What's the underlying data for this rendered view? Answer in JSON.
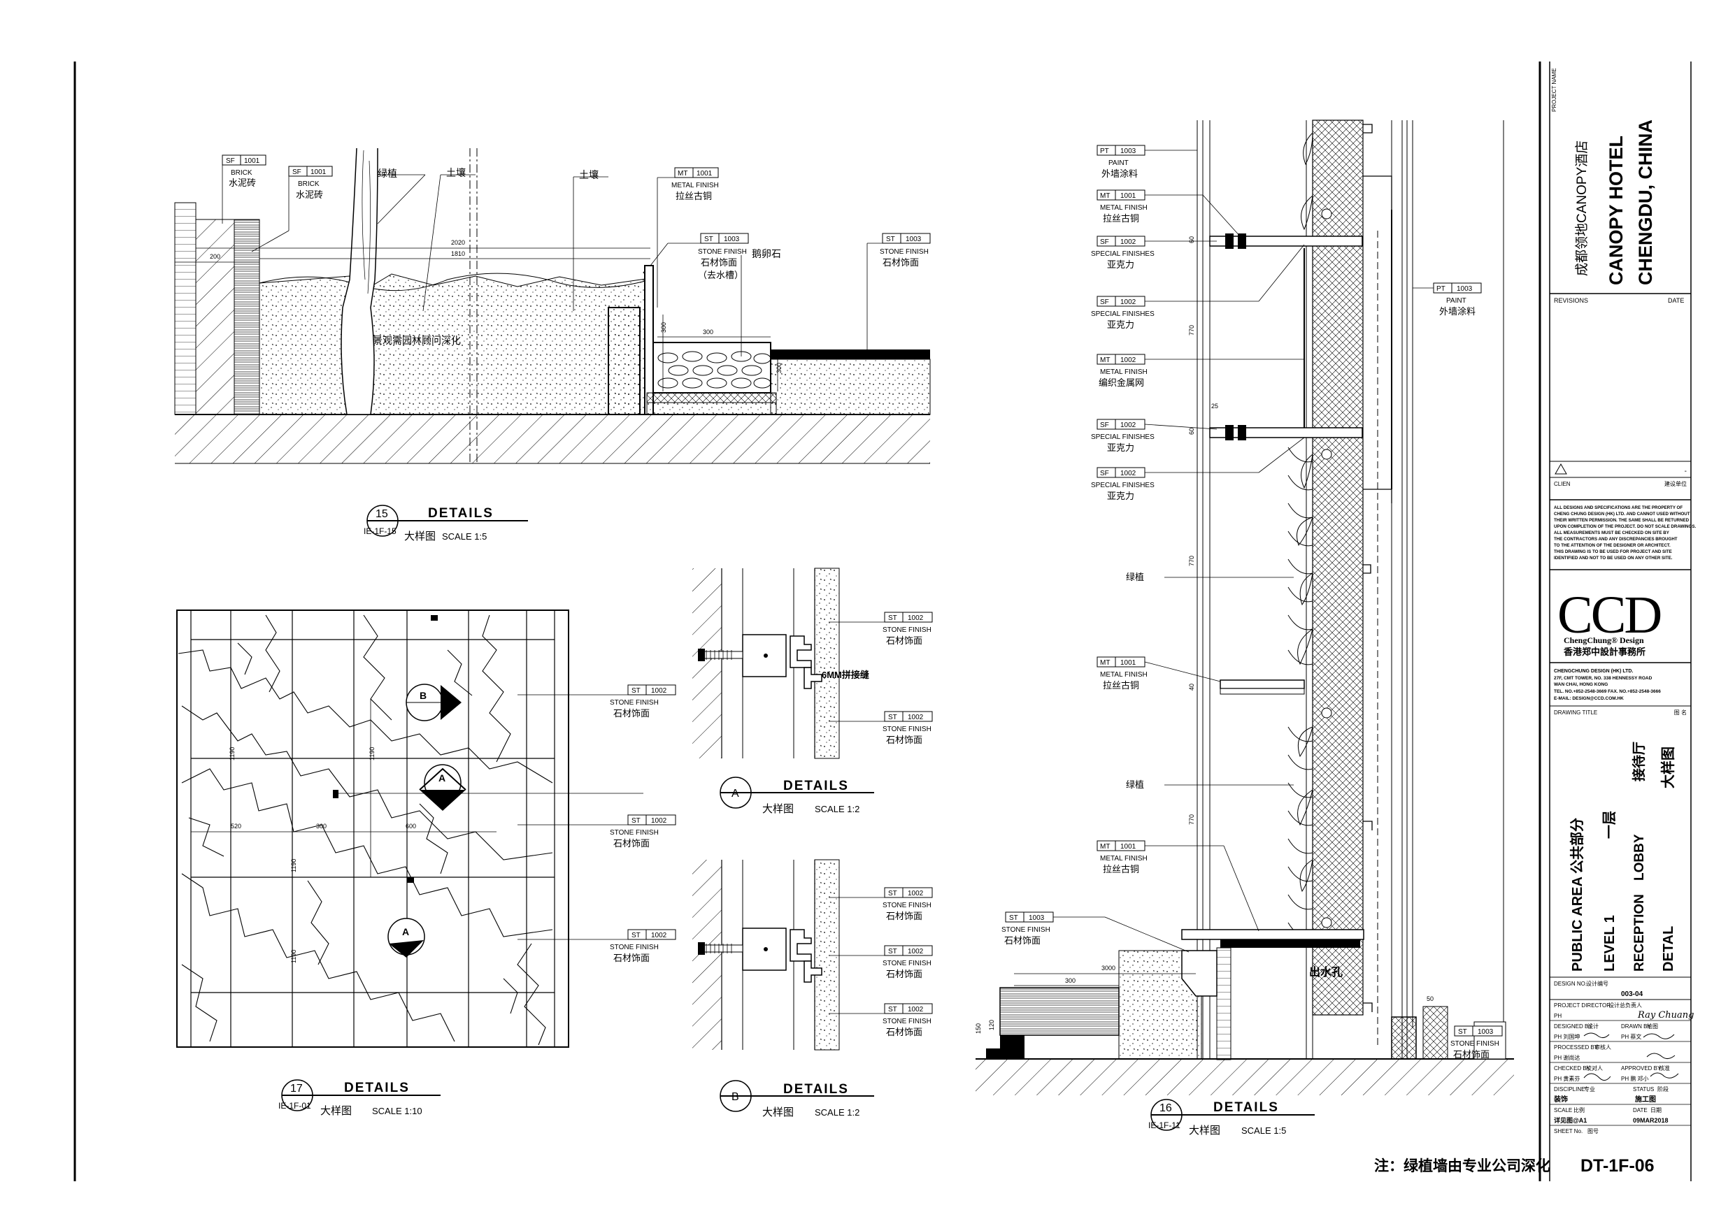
{
  "note": "注：绿植墙由专业公司深化",
  "details": {
    "d15": {
      "num": "15",
      "title": "DETAILS",
      "ref": "IE-1F-15",
      "cn": "大样图",
      "scale": "SCALE  1:5"
    },
    "d17": {
      "num": "17",
      "title": "DETAILS",
      "ref": "IE-1F-01",
      "cn": "大样图",
      "scale": "SCALE  1:10"
    },
    "dA": {
      "num": "A",
      "title": "DETAILS",
      "cn": "大样图",
      "scale": "SCALE  1:2"
    },
    "dB": {
      "num": "B",
      "title": "DETAILS",
      "cn": "大样图",
      "scale": "SCALE  1:2"
    },
    "d16": {
      "num": "16",
      "title": "DETAILS",
      "ref": "IE-1F-11",
      "cn": "大样图",
      "scale": "SCALE  1:5"
    }
  },
  "tags": {
    "sf1": {
      "code": "SF",
      "num": "1001",
      "en": "BRICK",
      "cn": "水泥砖"
    },
    "sf2": {
      "code": "SF",
      "num": "1001",
      "en": "BRICK",
      "cn": "水泥砖"
    },
    "mt15": {
      "code": "MT",
      "num": "1001",
      "en": "METAL FINISH",
      "cn": "拉丝古铜"
    },
    "st15a": {
      "code": "ST",
      "num": "1003",
      "en": "STONE FINISH",
      "cn": "石材饰面",
      "cn2": "（去水槽）"
    },
    "st15b": {
      "code": "ST",
      "num": "1003",
      "en": "STONE FINISH",
      "cn": "石材饰面"
    },
    "st17a": {
      "code": "ST",
      "num": "1002",
      "en": "STONE FINISH",
      "cn": "石材饰面"
    },
    "st17b": {
      "code": "ST",
      "num": "1002",
      "en": "STONE FINISH",
      "cn": "石材饰面"
    },
    "st17c": {
      "code": "ST",
      "num": "1002",
      "en": "STONE FINISH",
      "cn": "石材饰面"
    },
    "stAa": {
      "code": "ST",
      "num": "1002",
      "en": "STONE FINISH",
      "cn": "石材饰面"
    },
    "stAb": {
      "code": "ST",
      "num": "1002",
      "en": "STONE FINISH",
      "cn": "石材饰面"
    },
    "stBa": {
      "code": "ST",
      "num": "1002",
      "en": "STONE FINISH",
      "cn": "石材饰面"
    },
    "stBb": {
      "code": "ST",
      "num": "1002",
      "en": "STONE FINISH",
      "cn": "石材饰面"
    },
    "stBc": {
      "code": "ST",
      "num": "1002",
      "en": "STONE FINISH",
      "cn": "石材饰面"
    },
    "pt16a": {
      "code": "PT",
      "num": "1003",
      "en": "PAINT",
      "cn": "外墙涂料"
    },
    "mt16a": {
      "code": "MT",
      "num": "1001",
      "en": "METAL FINISH",
      "cn": "拉丝古铜"
    },
    "sf16a": {
      "code": "SF",
      "num": "1002",
      "en": "SPECIAL FINISHES",
      "cn": "亚克力"
    },
    "sf16b": {
      "code": "SF",
      "num": "1002",
      "en": "SPECIAL FINISHES",
      "cn": "亚克力"
    },
    "mt16b": {
      "code": "MT",
      "num": "1002",
      "en": "METAL FINISH",
      "cn": "编织金属网"
    },
    "sf16c": {
      "code": "SF",
      "num": "1002",
      "en": "SPECIAL FINISHES",
      "cn": "亚克力"
    },
    "sf16d": {
      "code": "SF",
      "num": "1002",
      "en": "SPECIAL FINISHES",
      "cn": "亚克力"
    },
    "mt16c": {
      "code": "MT",
      "num": "1001",
      "en": "METAL FINISH",
      "cn": "拉丝古铜"
    },
    "mt16d": {
      "code": "MT",
      "num": "1001",
      "en": "METAL FINISH",
      "cn": "拉丝古铜"
    },
    "st16a": {
      "code": "ST",
      "num": "1003",
      "en": "STONE FINISH",
      "cn": "石材饰面"
    },
    "pt16b": {
      "code": "PT",
      "num": "1003",
      "en": "PAINT",
      "cn": "外墙涂料"
    },
    "st16b": {
      "code": "ST",
      "num": "1003",
      "en": "STONE FINISH",
      "cn": "石材饰面"
    }
  },
  "labels15": {
    "plant": "绿植",
    "soil1": "土壤",
    "soil2": "土壤",
    "pebble": "鹅卵石",
    "landscape": "景观需园林顾问深化",
    "dim2020": "2020",
    "dim1810": "1810",
    "dim200": "200",
    "dim300a": "300",
    "dim300b": "300",
    "dim300c": "300"
  },
  "labels17": {
    "d520": "520",
    "d300": "300",
    "d600": "600",
    "d1190a": "1190",
    "d1190b": "1190",
    "d1190c": "1190",
    "d1190d": "1190",
    "markB": "B",
    "markA1": "A",
    "markA2": "A"
  },
  "labelsA": {
    "joint": "6MM拼接缝"
  },
  "labels16": {
    "plant1": "绿植",
    "plant2": "绿植",
    "outlet": "出水孔",
    "d770a": "770",
    "d770b": "770",
    "d770c": "770",
    "d60a": "60",
    "d60b": "60",
    "d25": "25",
    "d40": "40",
    "d3000": "3000",
    "d300": "300",
    "d150": "150",
    "d120": "120",
    "d50": "50"
  },
  "titleblock": {
    "project_name_label": "PROJECT NAME",
    "project_cn": "成都领地CANOPY酒店",
    "project_en1": "CANOPY HOTEL",
    "project_en2": "CHENGDU, CHINA",
    "revisions": "REVISIONS",
    "date": "DATE",
    "client": "CLIEN",
    "client_cn": "建设单位",
    "disclaimer": [
      "ALL DESIGNS AND SPECIFICATIONS ARE THE PROPERTY OF",
      "CHENG CHUNG DESIGN (HK) LTD. AND CANNOT USED WITHOUT",
      "THEIR WRITTEN PERMISSION. THE SAME SHALL BE RETURNED",
      "UPON COMPLETION OF THE PROJECT. DO NOT SCALE DRAWINGS.",
      "ALL MEASUREMENTS MUST BE CHECKED ON SITE BY",
      "THE CONTRACTORS AND ANY DISCREPANCIES BROUGHT",
      "TO THE ATTENTION OF THE DESIGNER OR ARCHITECT.",
      "THIS DRAWING IS TO BE USED FOR PROJECT AND SITE",
      "IDENTIFIED AND NOT TO BE USED ON ANY OTHER SITE."
    ],
    "logo": "CCD",
    "logo_sub": "ChengChung® Design",
    "logo_cn": "香港郑中設計事務所",
    "company": "CHENGCHUNG DESIGN (HK) LTD.",
    "addr1": "27F, CMT TOWER, NO. 338 HENNESSY ROAD",
    "addr2": "WAN CHAI, HONG KONG",
    "tel": "TEL. NO.+852-2548-3669   FAX. NO.+852-2548-3666",
    "email": "E-MAIL: DESIGN@CCD.COM.HK",
    "drawing_title": "DRAWING TITLE",
    "drawing_title_cn": "图 名",
    "col1a": "PUBLIC AREA",
    "col1b": "公共部分",
    "col2a": "LEVEL 1",
    "col2b": "一层",
    "col3a": "RECEPTION",
    "col3b": "LOBBY",
    "col3c": "接待厅",
    "col4a": "DETAL",
    "col4b": "大样图",
    "design_no": "DESIGN NO.",
    "design_no_cn": "设计编号",
    "design_no_val": "003-04",
    "pd": "PROJECT DIRECTOR",
    "pd_cn": "设计总负责人",
    "ph1": "PH",
    "sig1": "Ray Chuang",
    "designed_by": "DESIGNED BY",
    "designed_cn": "设计",
    "drawn_by": "DRAWN BY",
    "drawn_cn": "绘图",
    "ph2": "PH 刘国坤",
    "ph2b": "PH 蔡文",
    "processed": "PROCESSED BY",
    "processed_cn": "审核人",
    "ph3": "PH 谢尚达",
    "checked": "CHECKED BY",
    "checked_cn": "校对人",
    "approved": "APPROVED BY",
    "approved_cn": "核准",
    "ph4": "PH 黄素芬",
    "ph4b": "PH 鹏 邓小",
    "discipline": "DISCIPLINE",
    "discipline_cn": "专业",
    "status": "STATUS",
    "status_cn": "阶段",
    "discipline_val": "装饰",
    "status_val": "施工图",
    "scale": "SCALE",
    "scale_cn": "比例",
    "date2": "DATE",
    "date2_cn": "日期",
    "scale_val": "详见图@A1",
    "date_val": "09MAR2018",
    "sheet_no": "SHEET No.",
    "sheet_no_cn": "图号",
    "sheet_val": "DT-1F-06"
  }
}
